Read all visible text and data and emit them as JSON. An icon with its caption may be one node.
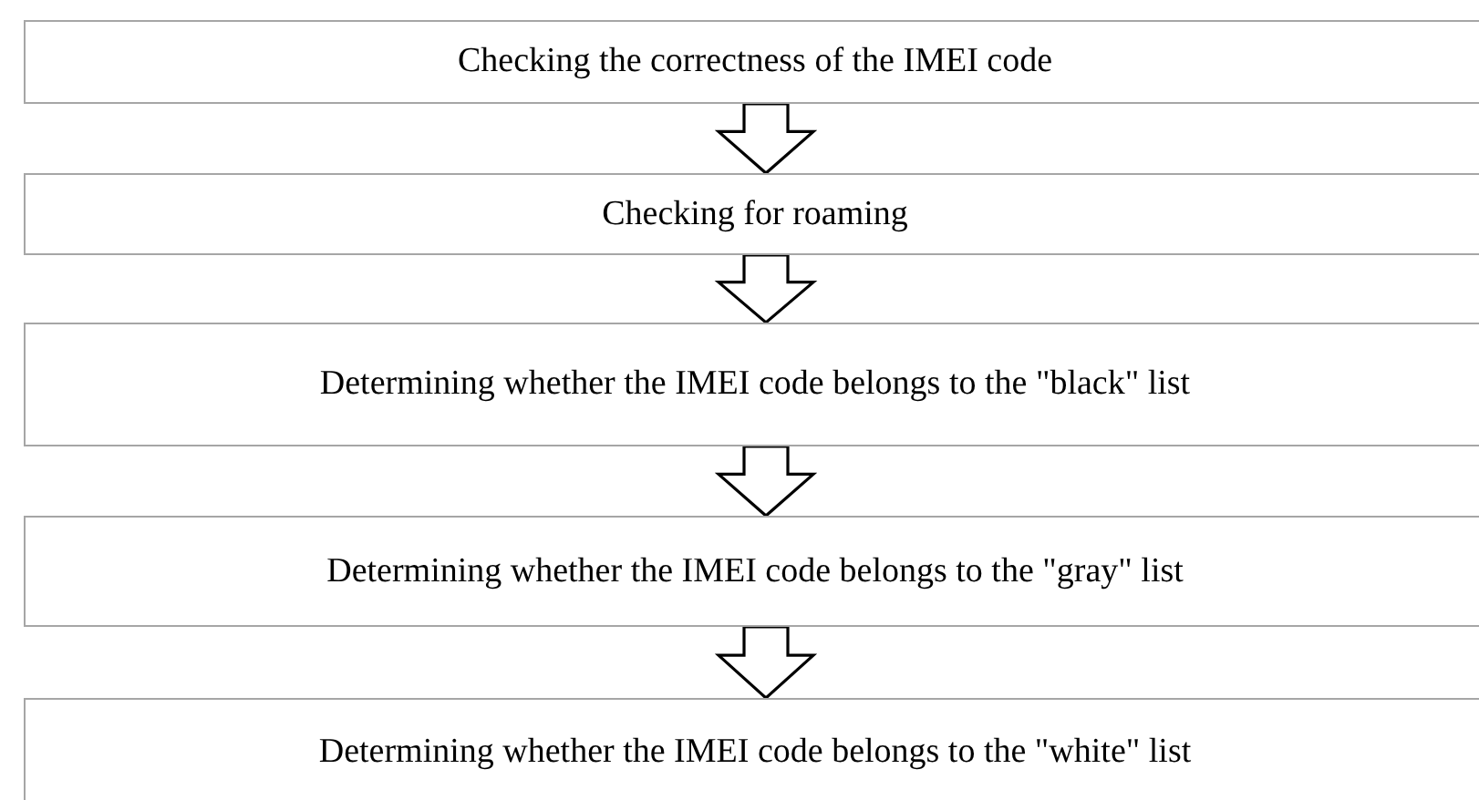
{
  "diagram": {
    "nodes": [
      {
        "text": [
          "Checking the correctness of the IMEI code"
        ]
      },
      {
        "text": [
          "Checking for roaming"
        ]
      },
      {
        "text": [
          "Determining whether the IMEI code belongs to the \"black\" list"
        ]
      },
      {
        "text": [
          "Determining whether the IMEI code belongs to the \"gray\" list"
        ]
      },
      {
        "text": [
          "Determining whether the IMEI code belongs to the \"white\" list"
        ]
      }
    ],
    "edges": [
      {
        "from": 0,
        "to": 1,
        "arrow": "to"
      },
      {
        "from": 1,
        "to": 2,
        "arrow": "to"
      },
      {
        "from": 2,
        "to": 3,
        "arrow": "to"
      },
      {
        "from": 3,
        "to": 4,
        "arrow": "to"
      }
    ]
  }
}
